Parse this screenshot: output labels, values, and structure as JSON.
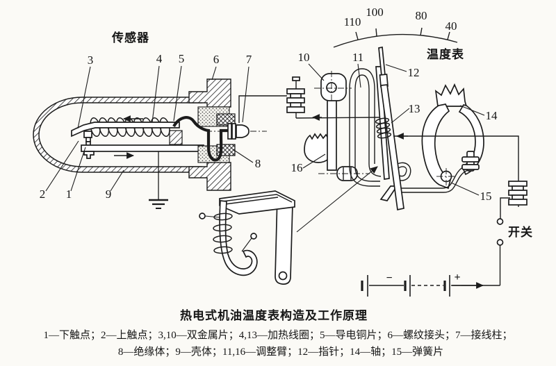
{
  "figure_title": "热电式机油温度表构造及工作原理",
  "legend": {
    "line1": "1—下触点；2—上触点；3,10—双金属片；4,13—加热线圈；5—导电铜片；6—螺纹接头；7—接线柱；",
    "line2": "8—绝缘体；9—壳体；11,16—调整臂；12—指针；14—轴；15—弹簧片"
  },
  "labels": {
    "sensor": "传感器",
    "gauge": "温度表",
    "switch": "开关",
    "battery_minus": "−",
    "battery_plus": "+"
  },
  "dial_scale": {
    "t110": "110",
    "t100": "100",
    "t80": "80",
    "t40": "40"
  },
  "callouts": {
    "c1": "1",
    "c2": "2",
    "c3": "3",
    "c4": "4",
    "c5": "5",
    "c6": "6",
    "c7": "7",
    "c8": "8",
    "c9": "9",
    "c10": "10",
    "c11": "11",
    "c12": "12",
    "c13": "13",
    "c14": "14",
    "c15": "15",
    "c16": "16"
  }
}
